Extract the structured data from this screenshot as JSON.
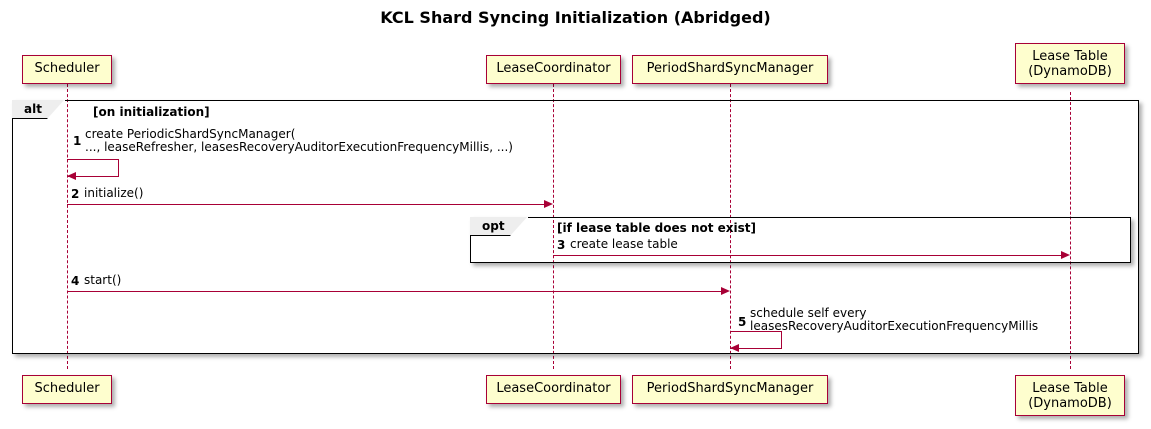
{
  "diagram": {
    "title": "KCL Shard Syncing Initialization (Abridged)",
    "type": "sequence-diagram",
    "colors": {
      "participant_fill": "#FEFECE",
      "participant_border": "#A80036",
      "message_line": "#A80036",
      "frame_border": "#000000",
      "frame_tab_fill": "#EEEEEE",
      "background": "#FFFFFF"
    }
  },
  "participants": [
    {
      "id": "scheduler",
      "label": "Scheduler"
    },
    {
      "id": "lease_coordinator",
      "label": "LeaseCoordinator"
    },
    {
      "id": "period_shard_sync_manager",
      "label": "PeriodShardSyncManager"
    },
    {
      "id": "lease_table",
      "label": "Lease Table\n(DynamoDB)"
    }
  ],
  "fragments": [
    {
      "id": "alt-frame",
      "operator": "alt",
      "guard": "[on initialization]"
    },
    {
      "id": "opt-frame",
      "operator": "opt",
      "guard": "[if lease table does not exist]"
    }
  ],
  "messages": [
    {
      "number": "1",
      "from": "scheduler",
      "to": "scheduler",
      "kind": "self",
      "text": "create PeriodicShardSyncManager(\n  ..., leaseRefresher, leasesRecoveryAuditorExecutionFrequencyMillis, ...)"
    },
    {
      "number": "2",
      "from": "scheduler",
      "to": "lease_coordinator",
      "kind": "sync",
      "text": "initialize()"
    },
    {
      "number": "3",
      "from": "lease_coordinator",
      "to": "lease_table",
      "kind": "sync",
      "text": "create lease table"
    },
    {
      "number": "4",
      "from": "scheduler",
      "to": "period_shard_sync_manager",
      "kind": "sync",
      "text": "start()"
    },
    {
      "number": "5",
      "from": "period_shard_sync_manager",
      "to": "period_shard_sync_manager",
      "kind": "self",
      "text": "schedule self every\n  leasesRecoveryAuditorExecutionFrequencyMillis"
    }
  ]
}
